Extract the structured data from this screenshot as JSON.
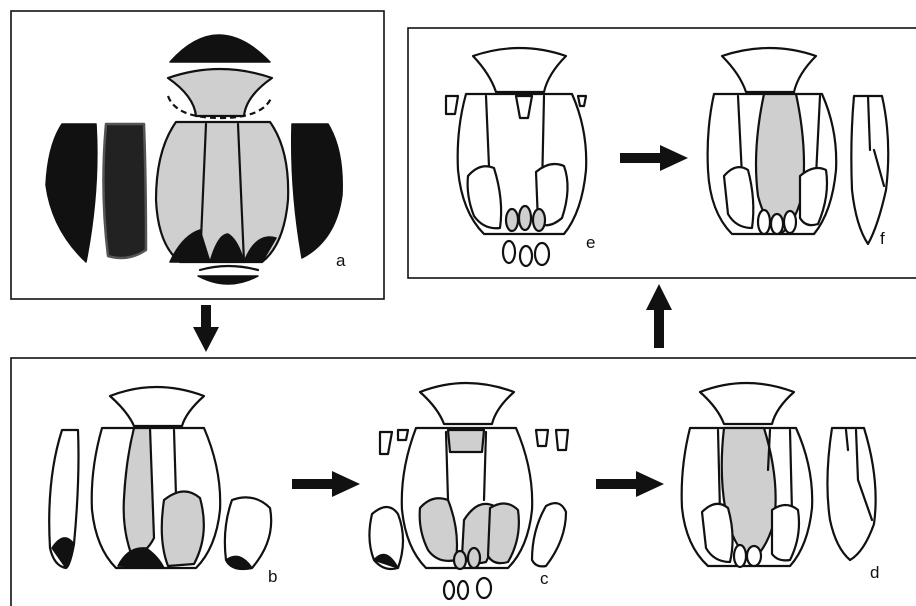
{
  "panels": {
    "a": "a",
    "b": "b",
    "c": "c",
    "d": "d",
    "e": "e",
    "f": "f"
  }
}
